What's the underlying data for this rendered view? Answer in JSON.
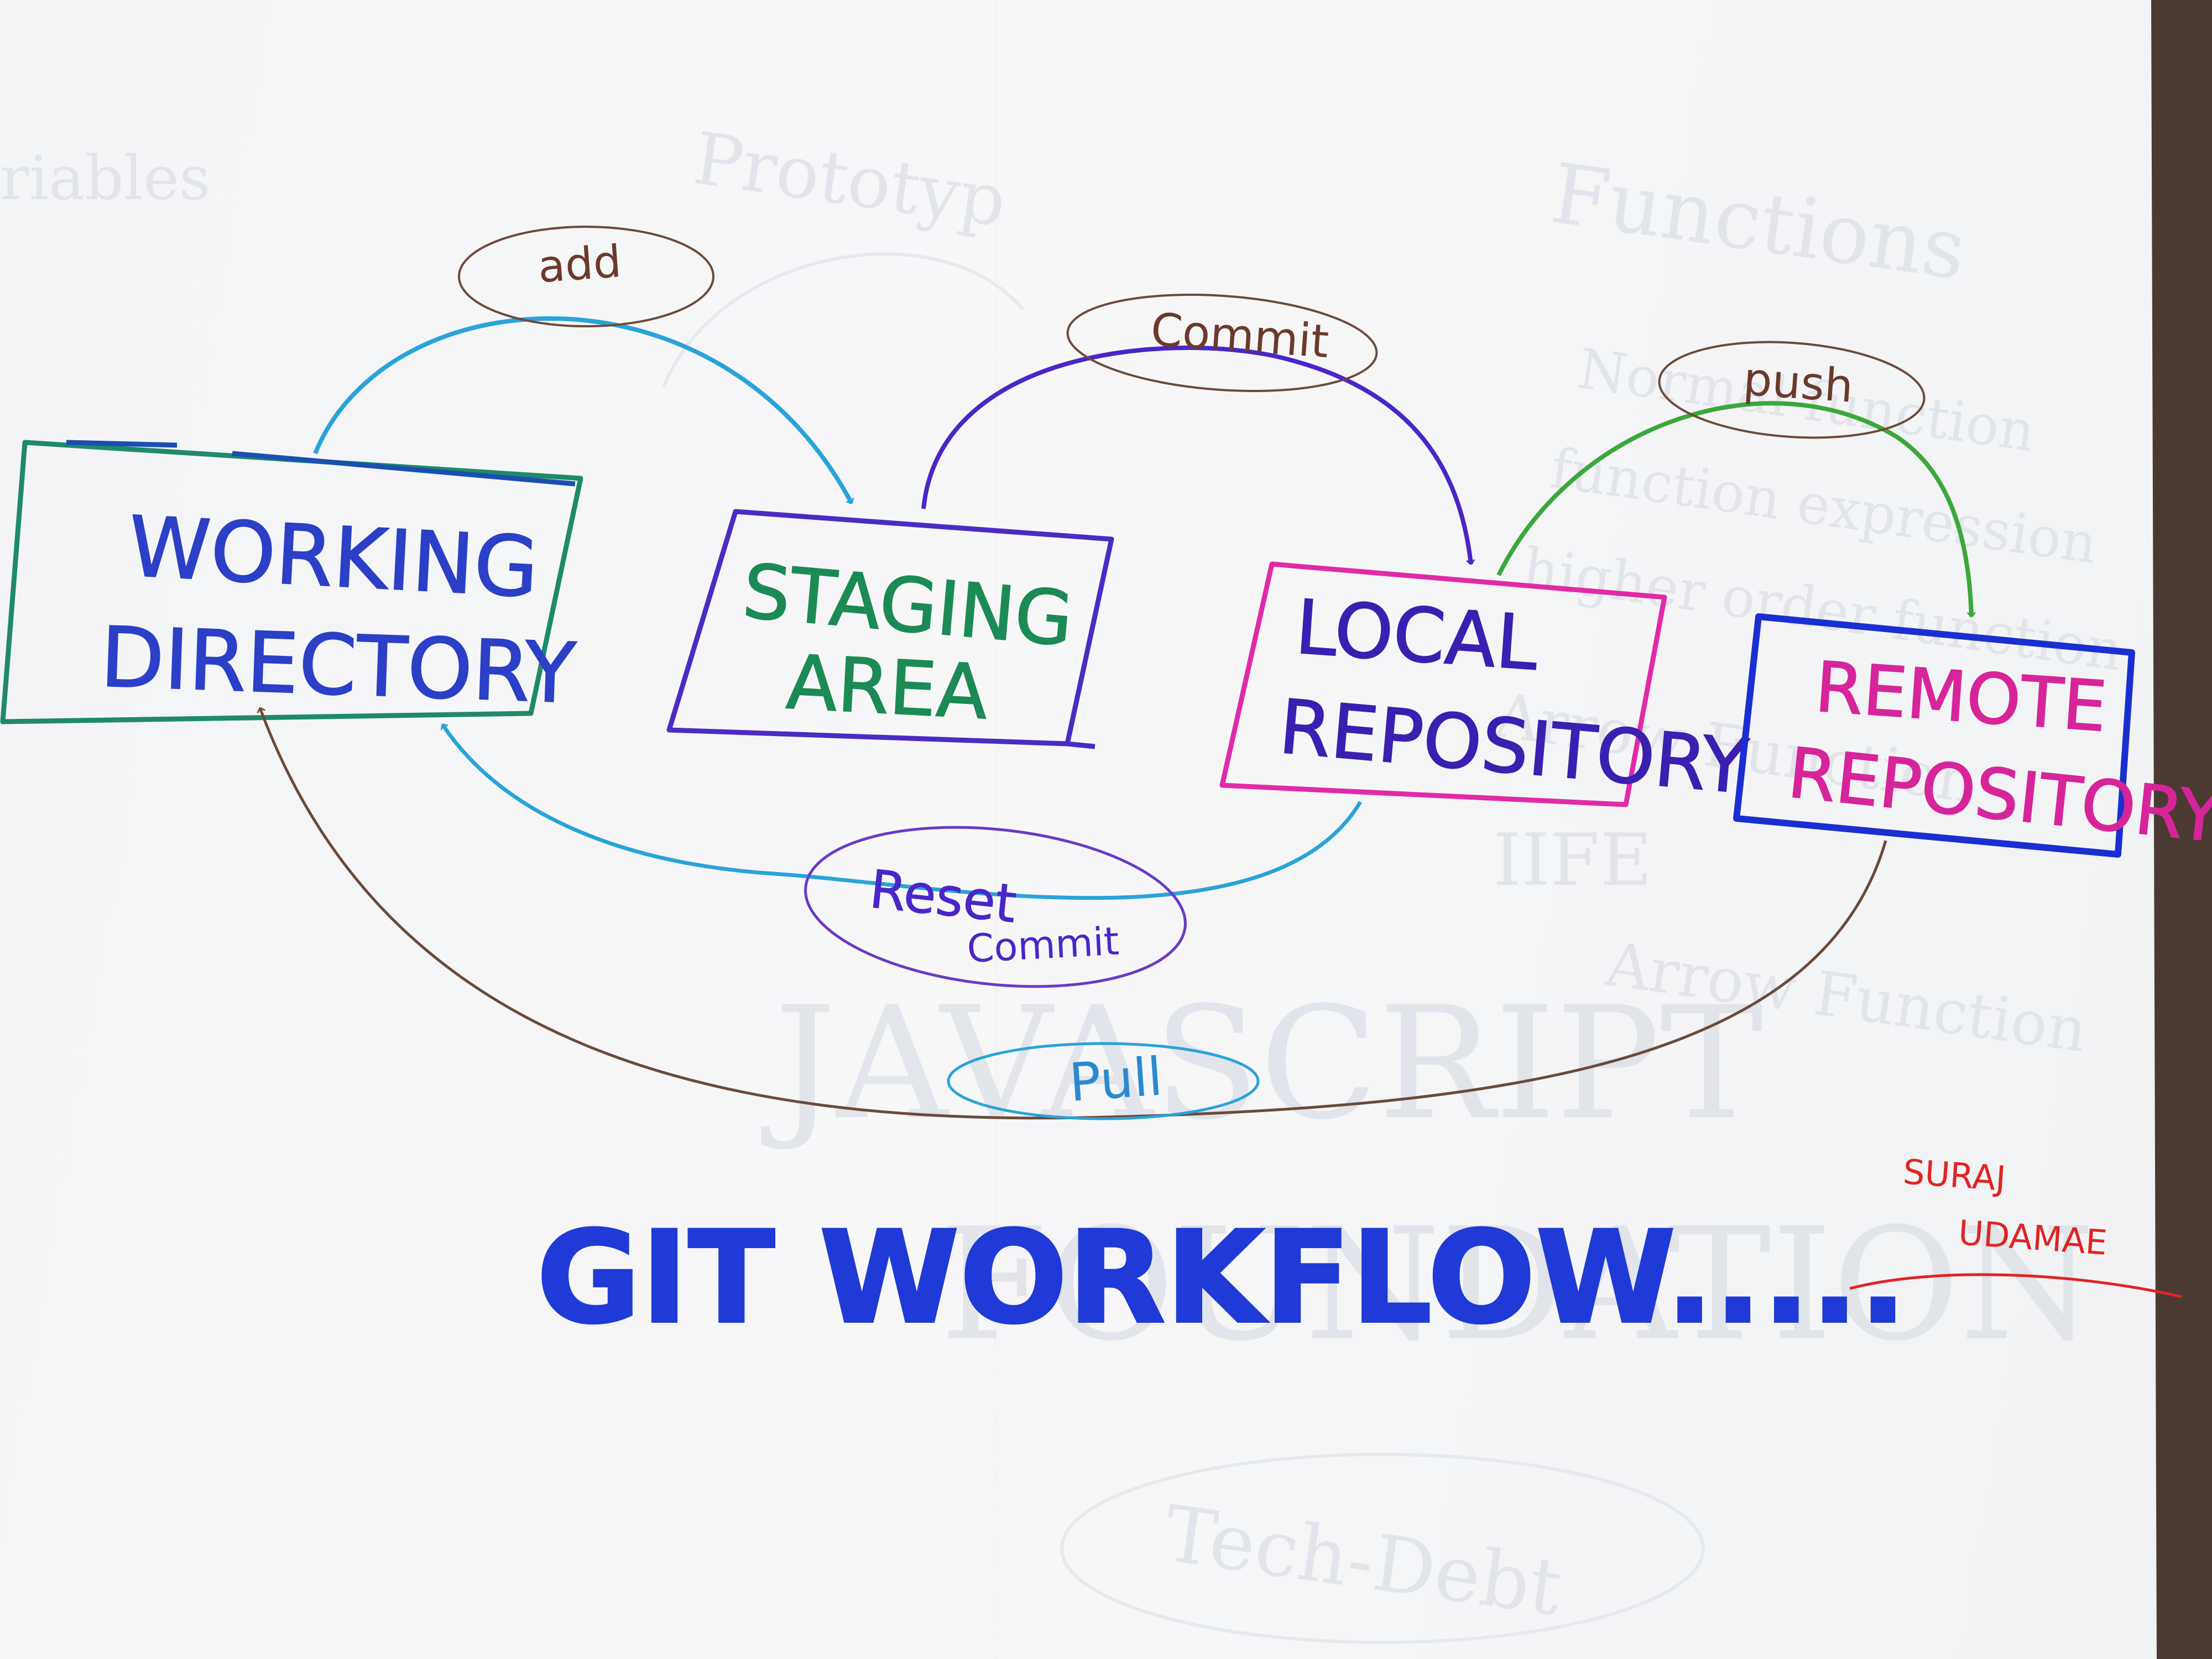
{
  "title": "GIT WORKFLOW.....",
  "author": [
    "SURAJ",
    "UDAMAE"
  ],
  "nodes": {
    "working_directory": [
      "WORKING",
      "DIRECTORY"
    ],
    "staging_area": [
      "STAGING",
      "AREA"
    ],
    "local_repository": [
      "LOCAL",
      "REPOSITORY"
    ],
    "remote_repository": [
      "REMOTE",
      "REPOSITORY"
    ]
  },
  "edges": {
    "add": "add",
    "commit": "Commit",
    "push": "push",
    "reset_commit": [
      "Reset",
      "Commit"
    ],
    "pull": "Pull"
  },
  "colors": {
    "working_directory_border": "#1f8a6a",
    "working_directory_text": "#2b3fc7",
    "staging_border": "#4b2bc4",
    "staging_text": "#1c8a55",
    "local_border": "#e02aa8",
    "local_text": "#3a1fb0",
    "remote_border": "#1a2fd0",
    "remote_text": "#d6259a",
    "add_arrow": "#2aa3d8",
    "commit_arrow": "#4a25c8",
    "push_arrow": "#3aa83a",
    "reset_arrow": "#2aa3d8",
    "pull_arrow": "#6b4a3a",
    "title": "#1f3ad6",
    "author": "#e02424"
  }
}
